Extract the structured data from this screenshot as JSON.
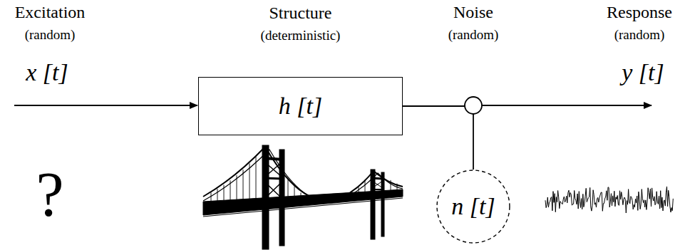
{
  "diagram": {
    "nodes": [
      {
        "text": [
          "Structure",
          "(deterministic)",
          "h [t]"
        ]
      },
      {
        "text": [
          "n [t]"
        ]
      }
    ],
    "edges": [
      {
        "from": 1,
        "to": 0,
        "arrow": "none"
      }
    ],
    "labels": [
      "Excitation",
      "(random)",
      "x [t]",
      "?",
      "Noise",
      "(random)",
      "Response",
      "(random)",
      "y [t]"
    ]
  }
}
